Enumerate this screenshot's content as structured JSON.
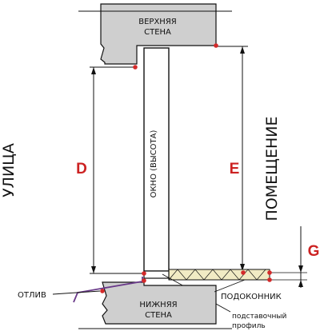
{
  "labels": {
    "top_wall_line1": "ВЕРХНЯЯ",
    "top_wall_line2": "СТЕНА",
    "bottom_wall_line1": "НИЖНЯЯ",
    "bottom_wall_line2": "СТЕНА",
    "street": "УЛИЦА",
    "room": "ПОМЕЩЕНИЕ",
    "window_height": "ОКНО (ВЫСОТА)",
    "dim_d": "D",
    "dim_e": "E",
    "dim_g": "G",
    "drip": "ОТЛИВ",
    "sill": "ПОДОКОННИК",
    "support_profile_line1": "подставочный",
    "support_profile_line2": "профиль"
  },
  "colors": {
    "dimension_letters": "#cc2222",
    "marker_dots": "#d42a2a",
    "wall_fill": "#cfcfcf",
    "outline": "#111111",
    "drip_stroke": "#6a3a8a",
    "sill_fill": "#f1ebc4"
  }
}
